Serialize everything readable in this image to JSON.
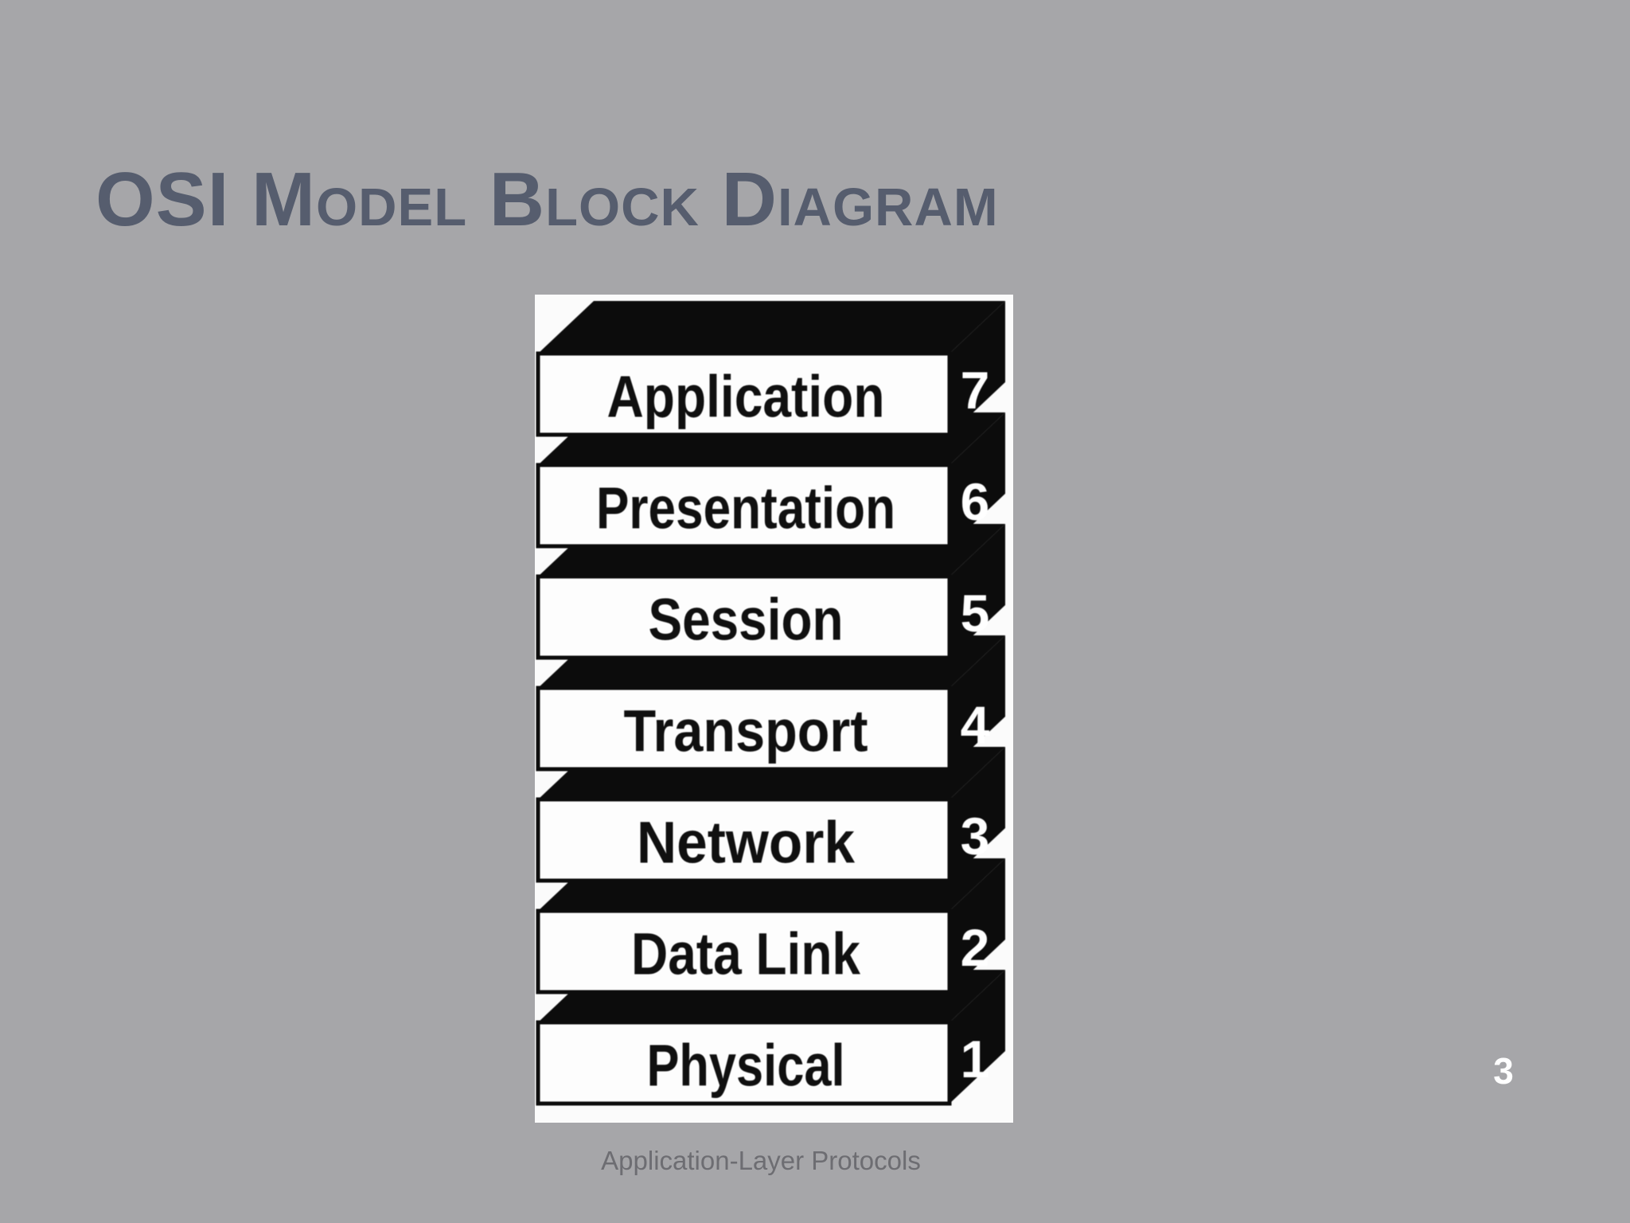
{
  "slide": {
    "title": "OSI Model Block Diagram",
    "caption": "Application-Layer Protocols",
    "page_number": "3"
  },
  "diagram": {
    "description": "OSI model seven-layer block stack",
    "layers": [
      {
        "number": "7",
        "name": "Application"
      },
      {
        "number": "6",
        "name": "Presentation"
      },
      {
        "number": "5",
        "name": "Session"
      },
      {
        "number": "4",
        "name": "Transport"
      },
      {
        "number": "3",
        "name": "Network"
      },
      {
        "number": "2",
        "name": "Data Link"
      },
      {
        "number": "1",
        "name": "Physical"
      }
    ]
  },
  "colors": {
    "background": "#a6a6a9",
    "panel_background": "#fbfbfb",
    "block_black": "#0c0c0c",
    "face_white": "#fdfdfd",
    "label_text": "#101010",
    "number_text": "#ffffff",
    "title_text": "#565d6e",
    "caption_text": "#6d6d72",
    "page_number_text": "#ffffff"
  }
}
